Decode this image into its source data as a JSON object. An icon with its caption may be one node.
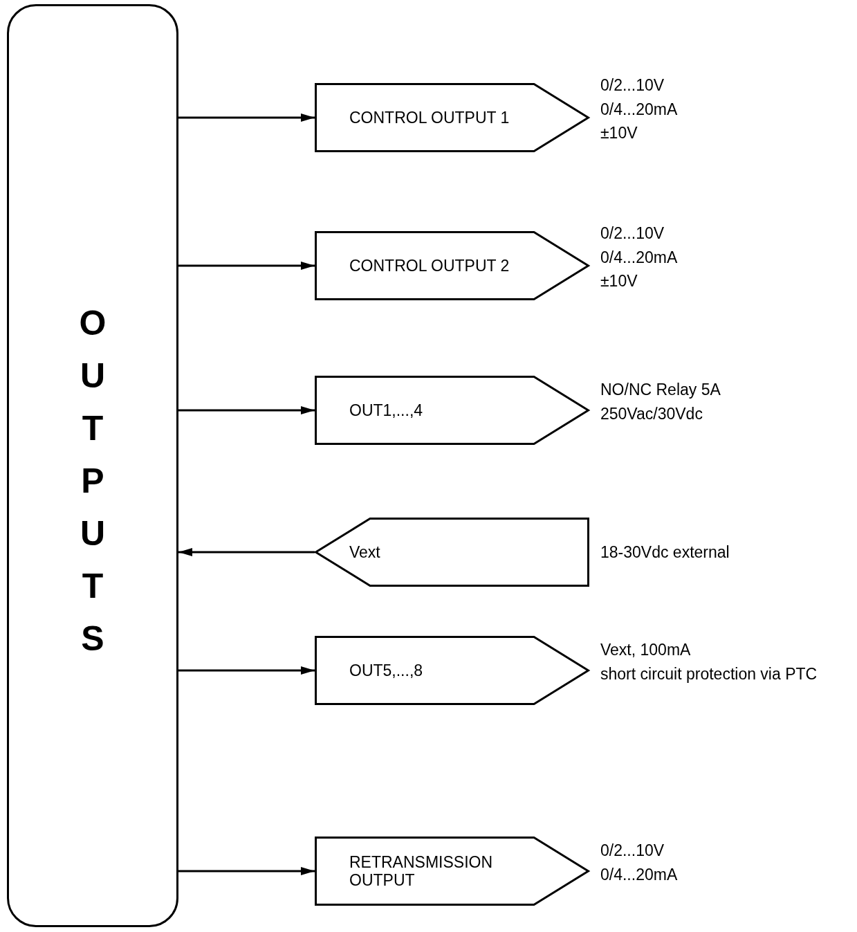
{
  "diagram": {
    "nodes": [
      {
        "text": [
          "OUTPUTS"
        ]
      },
      {
        "text": [
          "CONTROL OUTPUT 1"
        ],
        "beside": [
          "0/2...10V",
          "0/4...20mA",
          "±10V"
        ]
      },
      {
        "text": [
          "CONTROL OUTPUT 2"
        ],
        "beside": [
          "0/2...10V",
          "0/4...20mA",
          "±10V"
        ]
      },
      {
        "text": [
          "OUT1,...,4"
        ],
        "beside": [
          "NO/NC Relay 5A",
          "250Vac/30Vdc"
        ]
      },
      {
        "text": [
          "Vext"
        ],
        "beside": [
          "18-30Vdc external"
        ]
      },
      {
        "text": [
          "OUT5,...,8"
        ],
        "beside": [
          "Vext, 100mA",
          "short circuit protection via PTC"
        ]
      },
      {
        "text": [
          "RETRANSMISSION OUTPUT"
        ],
        "beside": [
          "0/2...10V",
          "0/4...20mA"
        ]
      }
    ],
    "edges": [
      {
        "from": 0,
        "to": 1,
        "arrow": "to"
      },
      {
        "from": 0,
        "to": 2,
        "arrow": "to"
      },
      {
        "from": 0,
        "to": 3,
        "arrow": "to"
      },
      {
        "from": 4,
        "to": 0,
        "arrow": "to"
      },
      {
        "from": 0,
        "to": 5,
        "arrow": "to"
      },
      {
        "from": 0,
        "to": 6,
        "arrow": "to"
      }
    ]
  }
}
